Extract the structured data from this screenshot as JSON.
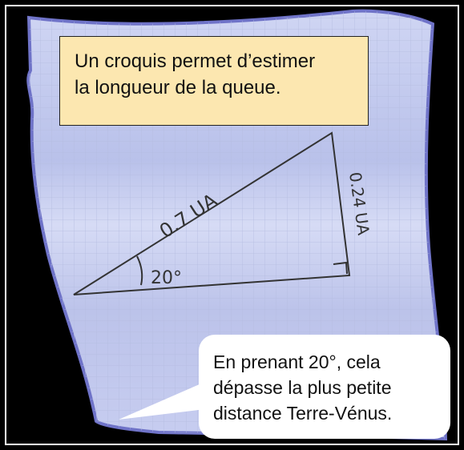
{
  "caption": {
    "line1": "Un croquis permet d’estimer",
    "line2": "la longueur de la queue."
  },
  "sketch": {
    "hypotenuse_label": "0.7 UA",
    "side_label": "0.24 UA",
    "angle_label": "20°"
  },
  "bubble": {
    "line1": "En prenant 20°, cela",
    "line2": "dépasse la plus petite",
    "line3": "distance Terre-Vénus."
  },
  "colors": {
    "caption_bg": "#fce7b0",
    "paper": "#c9d0f0",
    "paper_edge": "#6f73c8",
    "ink": "#333333"
  }
}
